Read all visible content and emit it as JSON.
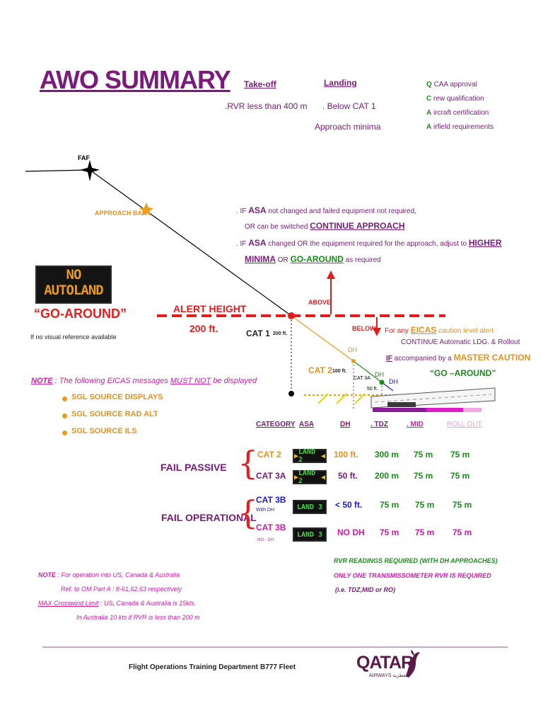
{
  "title": "AWO SUMMARY",
  "takeoff": {
    "heading": "Take-off",
    "text": ".RVR less than 400 m"
  },
  "landing": {
    "heading": "Landing",
    "line1": ". Below CAT 1",
    "line2": "Approach minima"
  },
  "qcaa": [
    {
      "letter": "Q",
      "text": "CAA approval"
    },
    {
      "letter": "C",
      "text": "rew qualification"
    },
    {
      "letter": "A",
      "text": "ircraft certification"
    },
    {
      "letter": "A",
      "text": "irfield requirements"
    }
  ],
  "diagram": {
    "faf": "FAF",
    "approach_ban": "APPROACH BAN",
    "alert_height_1": "ALERT HEIGHT",
    "alert_height_2": "200 ft.",
    "above": "ABOVE",
    "below": "BELOW",
    "cat1": "CAT 1",
    "cat1_ft": "200 ft.",
    "cat2": "CAT 2",
    "cat2_ft": "100 ft.",
    "cat3a": "CAT 3A",
    "ft50": "50 ft.",
    "dh1": "DH",
    "dh2": "DH",
    "dh3": "DH"
  },
  "asa_rules": {
    "r1_pre": ". IF ",
    "r1_asa": "ASA",
    "r1_post": " not changed and failed equipment not required,",
    "r2_pre": "OR can be switched ",
    "r2_emph": "CONTINUE APPROACH",
    "r3_pre": ". IF ",
    "r3_asa": "ASA",
    "r3_post": " changed OR the equipment required for the approach, adjust to ",
    "r3_higher": "HIGHER",
    "r4_minima": "MINIMA",
    "r4_or": " OR ",
    "r4_ga": "GO-AROUND",
    "r4_post": " as required"
  },
  "below_rules": {
    "l1_pre": "For any ",
    "l1_eicas": "EICAS",
    "l1_post": " caution level alert",
    "l2": "CONTINUE Automatic LDG. & Rollout",
    "l3_if": "IF",
    "l3_mid": " accompanied by a ",
    "l3_mc": "MASTER CAUTION",
    "l4": "“GO –AROUND”"
  },
  "no_autoland": {
    "line1": "NO",
    "line2": "AUTOLAND"
  },
  "go_around": {
    "label": "“GO-AROUND”",
    "sub": "If no visual reference available"
  },
  "eicas_note": {
    "note": "NOTE",
    "colon": " : ",
    "pre": "The following EICAS messages ",
    "must_not": "MUST NOT",
    "post": " be displayed",
    "items": [
      "SGL SOURCE DISPLAYS",
      "SGL SOURCE RAD ALT",
      "SGL SOURCE ILS"
    ]
  },
  "table": {
    "headers": [
      "CATEGORY",
      "ASA",
      "DH",
      ". TDZ",
      ". MID",
      "ROLL OUT"
    ],
    "fail_passive": "FAIL PASSIVE",
    "fail_operational": "FAIL OPERATIONAL",
    "rows": [
      {
        "cat": "CAT 2",
        "sub": "",
        "asa": "LAND 2",
        "dh": "100 ft.",
        "tdz": "300 m",
        "mid": "75 m",
        "ro": "75 m"
      },
      {
        "cat": "CAT 3A",
        "sub": "",
        "asa": "LAND 2",
        "dh": "50 ft.",
        "tdz": "200 m",
        "mid": "75 m",
        "ro": "75 m"
      },
      {
        "cat": "CAT 3B",
        "sub": "With DH",
        "asa": "LAND 3",
        "dh": "< 50 ft.",
        "tdz": "75 m",
        "mid": "75 m",
        "ro": "75 m"
      },
      {
        "cat": "CAT 3B",
        "sub": "NO - DH",
        "asa": "LAND 3",
        "dh": "NO DH",
        "tdz": "75 m",
        "mid": "75 m",
        "ro": "75 m"
      }
    ]
  },
  "rvr_note": {
    "l1": "RVR READINGS REQUIRED (WITH DH APPROACHES)",
    "l2": "ONLY ONE TRANSMISSOMETER RVR IS REQUIRED",
    "l3": "(i.e. TDZ,MID or RO)"
  },
  "ops_note": {
    "note": "NOTE",
    "l1": " : For operation into US, Canada & Australia",
    "l2": "Ref. to OM Part A : 8-61,62,63 respectively",
    "l3_label": "MAX Crosswind Limit",
    "l3": "  : US, Canada & Australia is 15kts.",
    "l4": "In Australia 10 kts if RVR is less than 200 m"
  },
  "footer": {
    "dept": "Flight Operations Training Department",
    "fleet": "B777 Fleet",
    "logo": "QATAR",
    "logo_sub": "AIRWAYS القطرية"
  },
  "colors": {
    "purple": "#7a1a7a",
    "magenta": "#d21aa8",
    "orange": "#e8901c",
    "red": "#e51c1c",
    "green": "#1a8c1a",
    "blue": "#1a1ad2"
  }
}
